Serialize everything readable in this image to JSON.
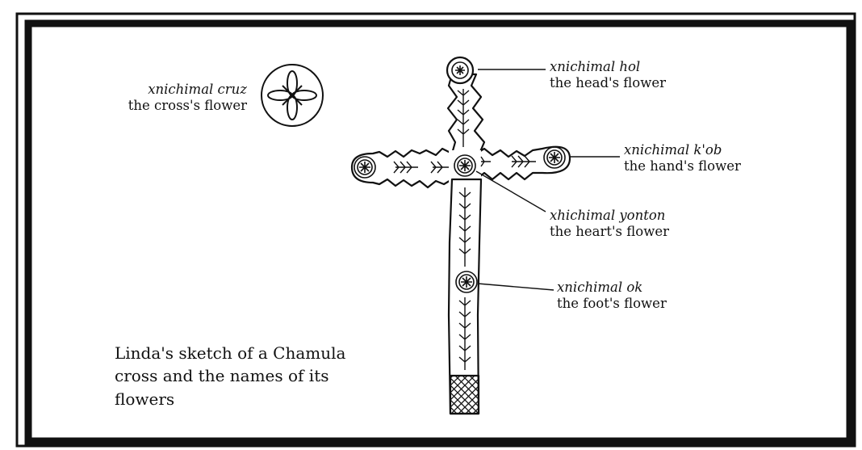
{
  "labels": {
    "cruz": {
      "name": "xnichimal cruz",
      "desc": "the cross's flower"
    },
    "hol": {
      "name": "xnichimal hol",
      "desc": "the head's flower"
    },
    "kob": {
      "name": "xnichimal k'ob",
      "desc": "the hand's flower"
    },
    "yonton": {
      "name": "xhichimal yonton",
      "desc": "the heart's flower"
    },
    "ok": {
      "name": "xnichimal ok",
      "desc": "the foot's flower"
    }
  },
  "caption": "Linda's sketch of a Chamula cross and the names of its flowers",
  "colors": {
    "ink": "#111111",
    "paper": "#ffffff"
  }
}
